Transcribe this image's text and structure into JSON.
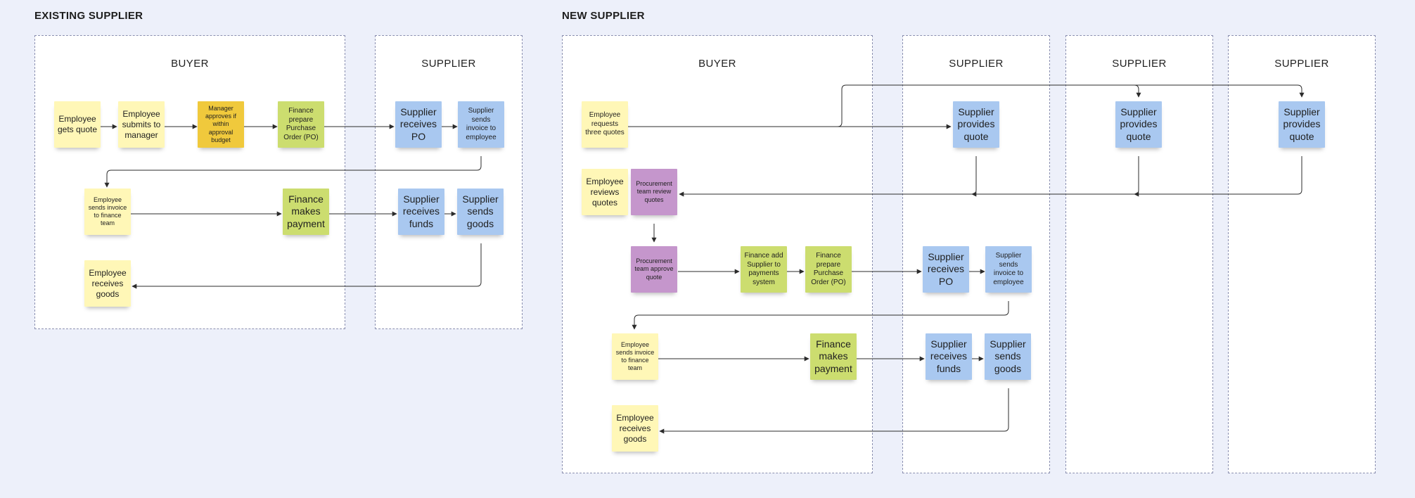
{
  "sections": {
    "existing": {
      "title": "EXISTING SUPPLIER"
    },
    "new": {
      "title": "NEW SUPPLIER"
    }
  },
  "lanes": {
    "existing_buyer": "BUYER",
    "existing_supplier": "SUPPLIER",
    "new_buyer": "BUYER",
    "new_supplier_1": "SUPPLIER",
    "new_supplier_2": "SUPPLIER",
    "new_supplier_3": "SUPPLIER"
  },
  "existing_flow": {
    "employee_gets_quote": "Employee gets quote",
    "employee_submits": "Employee submits to manager",
    "manager_approves": "Manager approves if within approval budget",
    "finance_prepare_po": "Finance prepare Purchase Order (PO)",
    "supplier_receives_po": "Supplier receives PO",
    "supplier_sends_invoice": "Supplier sends invoice to employee",
    "employee_sends_invoice": "Employee sends invoice to finance team",
    "finance_makes_payment": "Finance makes payment",
    "supplier_receives_funds": "Supplier receives funds",
    "supplier_sends_goods": "Supplier sends goods",
    "employee_receives_goods": "Employee receives goods"
  },
  "new_flow": {
    "employee_requests_quotes": "Employee requests three quotes",
    "supplier_provides_quote_1": "Supplier provides quote",
    "supplier_provides_quote_2": "Supplier provides quote",
    "supplier_provides_quote_3": "Supplier provides quote",
    "employee_reviews_quotes": "Employee reviews quotes",
    "procurement_review": "Procurement team review quotes",
    "procurement_approve": "Procurement team approve quote",
    "finance_add_supplier": "Finance add Supplier to payments system",
    "finance_prepare_po": "Finance prepare Purchase Order (PO)",
    "supplier_receives_po": "Supplier receives PO",
    "supplier_sends_invoice": "Supplier sends invoice to employee",
    "employee_sends_invoice": "Employee sends invoice to finance team",
    "finance_makes_payment": "Finance makes payment",
    "supplier_receives_funds": "Supplier receives funds",
    "supplier_sends_goods": "Supplier sends goods",
    "employee_receives_goods": "Employee receives goods"
  },
  "colors": {
    "background": "#edf0fa",
    "lane": "#ffffff",
    "employee": "#fff7b7",
    "manager": "#f0c93c",
    "finance": "#ccdd6f",
    "supplier": "#a9c8f0",
    "procurement": "#c596cc",
    "connector": "#2b2b2b"
  }
}
